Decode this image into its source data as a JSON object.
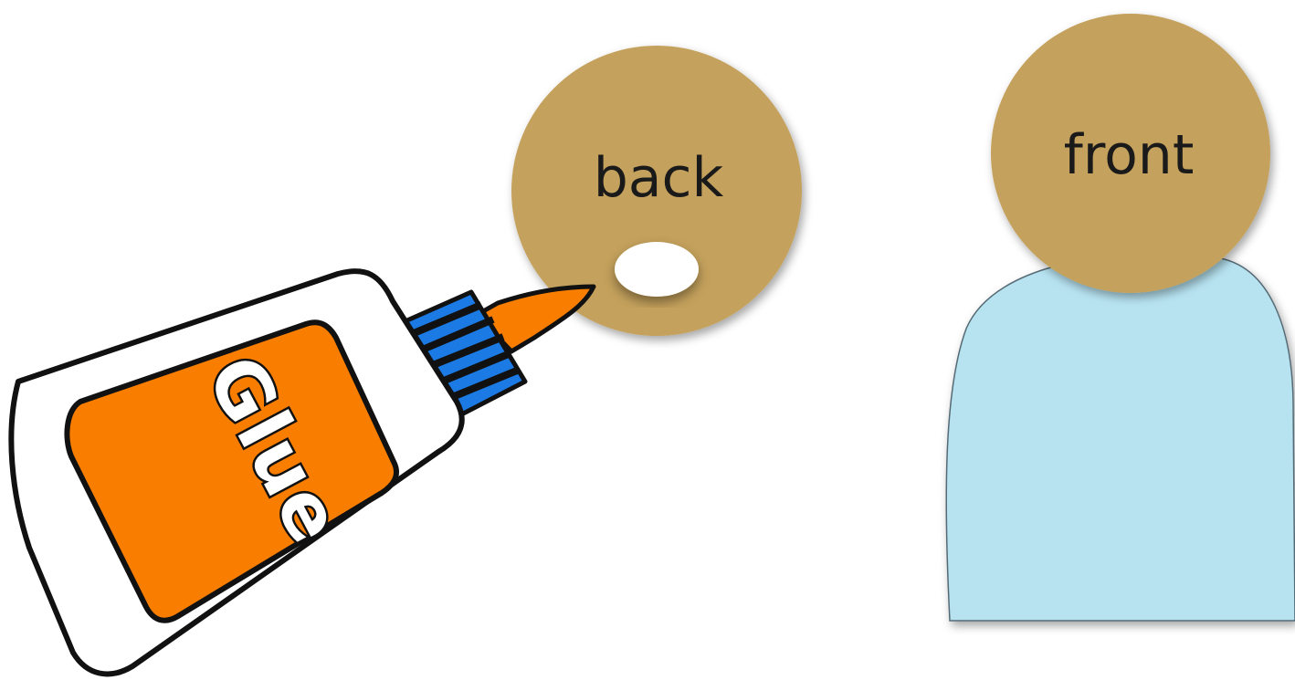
{
  "labels": {
    "back": "back",
    "front": "front",
    "glue": "Glue"
  },
  "colors": {
    "head": "#c4a15c",
    "body": "#b7e3f1",
    "glue_body": "#f97e00",
    "glue_cap": "#1b7ae4",
    "glue_dot": "#ffffff",
    "outline": "#111111"
  },
  "icons": {
    "glue_bottle": "glue-bottle-icon",
    "head": "circle-head",
    "body": "rounded-body-shape"
  }
}
